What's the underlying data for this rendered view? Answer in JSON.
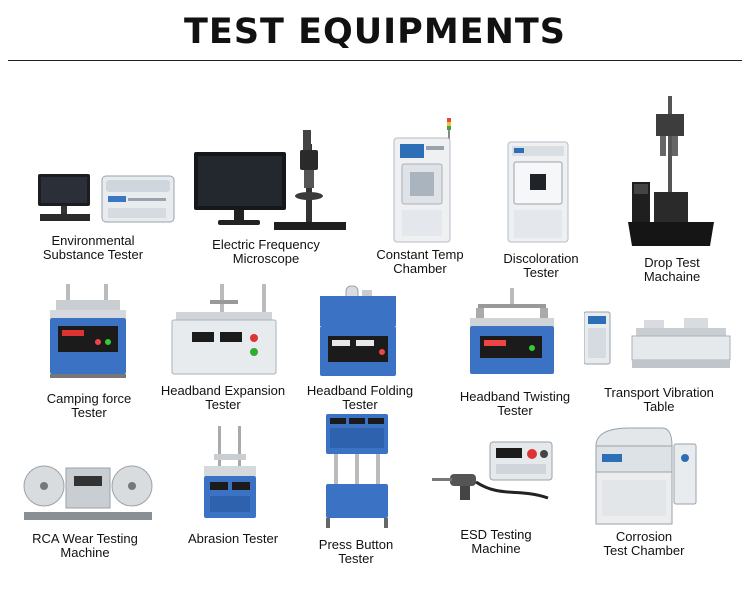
{
  "header": {
    "title": "TEST EQUIPMENTS"
  },
  "equipment": [
    {
      "line1": "Environmental",
      "line2": "Substance Tester",
      "icon": "xrf-analyzer-icon"
    },
    {
      "line1": "Electric Frequency",
      "line2": "Microscope",
      "icon": "microscope-monitor-icon"
    },
    {
      "line1": "Constant Temp",
      "line2": "Chamber",
      "icon": "temperature-chamber-icon"
    },
    {
      "line1": "Discoloration",
      "line2": "Tester",
      "icon": "uv-chamber-icon"
    },
    {
      "line1": "Drop Test",
      "line2": "Machaine",
      "icon": "drop-tower-icon"
    },
    {
      "line1": "Camping force",
      "line2": "Tester",
      "icon": "clamping-tester-icon"
    },
    {
      "line1": "Headband Expansion",
      "line2": "Tester",
      "icon": "headband-expansion-icon"
    },
    {
      "line1": "Headband Folding",
      "line2": "Tester",
      "icon": "headband-folding-icon"
    },
    {
      "line1": "Headband Twisting",
      "line2": "Tester",
      "icon": "headband-twisting-icon"
    },
    {
      "line1": "Transport Vibration",
      "line2": "Table",
      "icon": "vibration-table-icon"
    },
    {
      "line1": "RCA Wear Testing",
      "line2": "Machine",
      "icon": "rca-wear-tester-icon"
    },
    {
      "line1": "Abrasion Tester",
      "line2": "",
      "icon": "abrasion-tester-icon"
    },
    {
      "line1": "Press Button",
      "line2": "Tester",
      "icon": "press-button-tester-icon"
    },
    {
      "line1": "ESD Testing",
      "line2": "Machine",
      "icon": "esd-gun-icon"
    },
    {
      "line1": "Corrosion",
      "line2": "Test Chamber",
      "icon": "salt-spray-chamber-icon"
    }
  ]
}
